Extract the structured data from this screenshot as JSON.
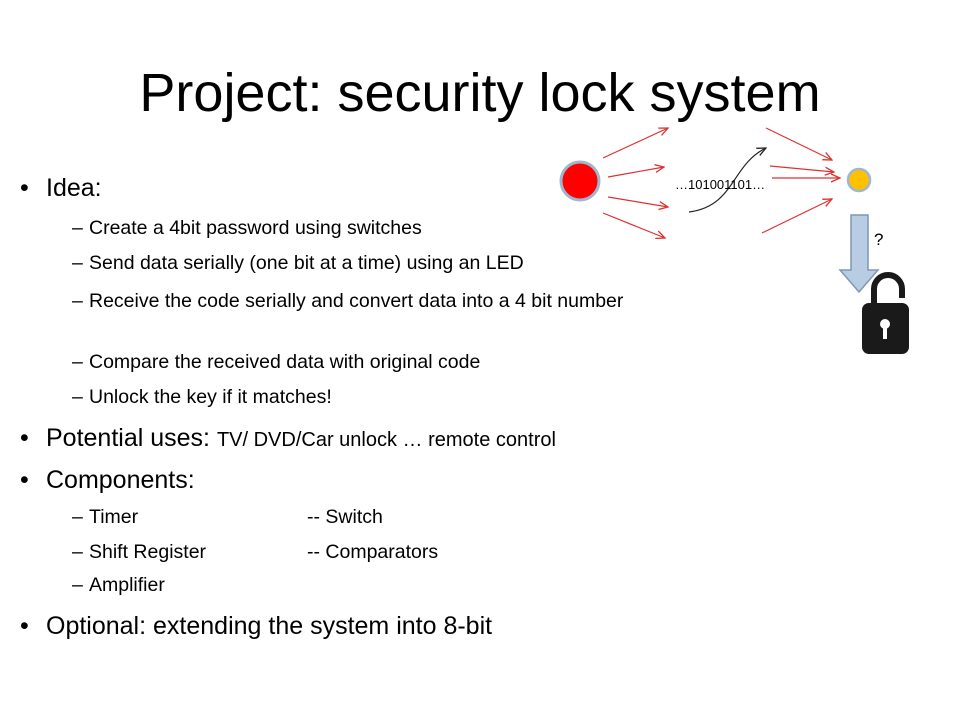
{
  "slide": {
    "title": "Project: security lock system",
    "bullet_char": "•",
    "dash_char": "–",
    "idea": {
      "heading": "Idea:",
      "items": [
        "Create a 4bit password using switches",
        "Send data serially (one bit at a time) using an LED",
        "Receive the code serially and convert data into a 4 bit number",
        "Compare the received data with original code",
        "Unlock the key if it matches!"
      ]
    },
    "uses": {
      "heading": "Potential uses: ",
      "detail": "TV/ DVD/Car unlock … remote control"
    },
    "components": {
      "heading": "Components:",
      "items": [
        {
          "col1": "Timer",
          "col2": "-- Switch"
        },
        {
          "col1": "Shift Register",
          "col2": "-- Comparators"
        },
        {
          "col1": "Amplifier",
          "col2": ""
        }
      ]
    },
    "optional": "Optional: extending the system into 8-bit"
  },
  "diagram": {
    "bit_stream": "…101001101…",
    "question": "?",
    "sender_led_color": "#ff0000",
    "receiver_led_color": "#ffc000",
    "beam_color": "#e03030",
    "arrow_fill": "#b8cce4",
    "arrow_stroke": "#7f97b2",
    "lock_color": "#1a1a1a"
  }
}
